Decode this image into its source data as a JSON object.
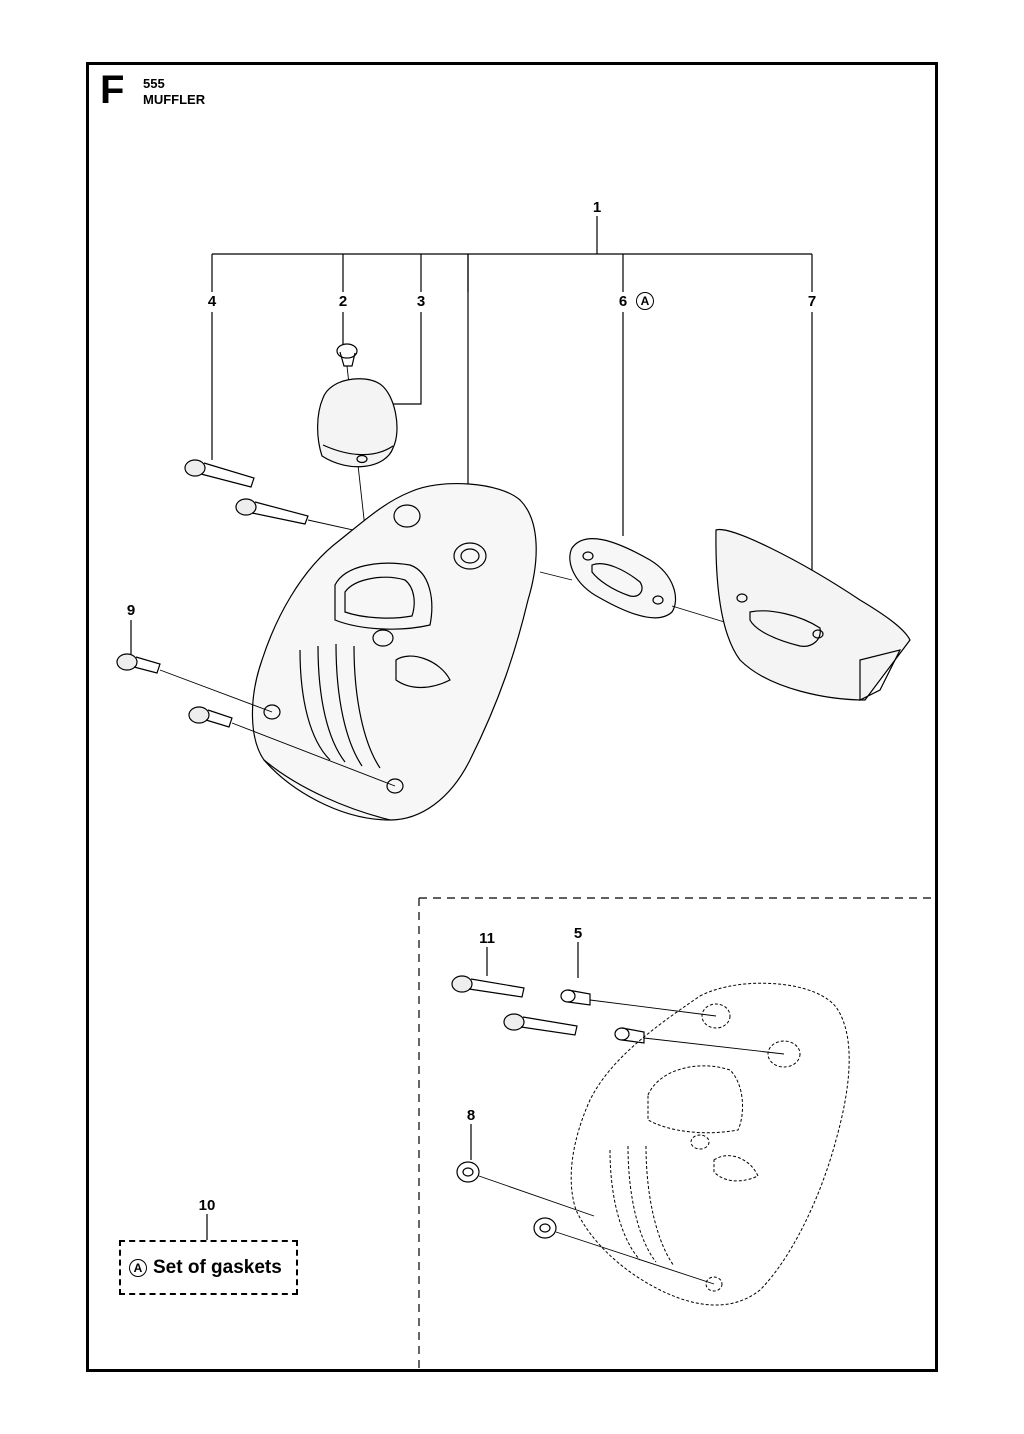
{
  "header": {
    "section_letter": "F",
    "model_number": "555",
    "section_title": "MUFFLER"
  },
  "callouts": [
    {
      "id": "1",
      "text": "1"
    },
    {
      "id": "2",
      "text": "2"
    },
    {
      "id": "3",
      "text": "3"
    },
    {
      "id": "4",
      "text": "4"
    },
    {
      "id": "5",
      "text": "5"
    },
    {
      "id": "6",
      "text": "6"
    },
    {
      "id": "7",
      "text": "7"
    },
    {
      "id": "8",
      "text": "8"
    },
    {
      "id": "9",
      "text": "9"
    },
    {
      "id": "10",
      "text": "10"
    },
    {
      "id": "11",
      "text": "11"
    }
  ],
  "marker_a": "A",
  "legend": {
    "marker": "A",
    "text": "Set of gaskets"
  }
}
